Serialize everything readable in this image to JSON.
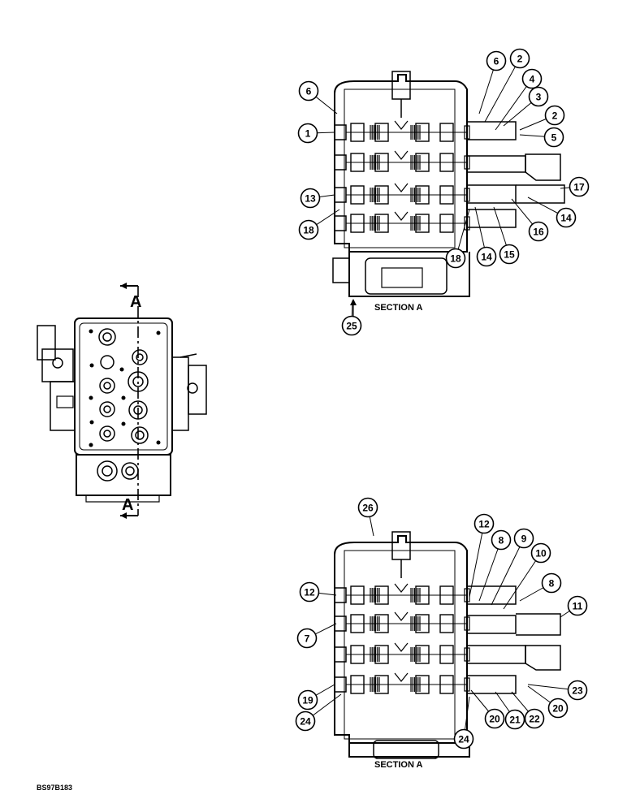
{
  "section_labels": {
    "top": "SECTION A",
    "bottom": "SECTION A"
  },
  "cut_marker": {
    "top": "A",
    "bottom": "A"
  },
  "figure_code": "BS97B183",
  "callouts_top": [
    "6",
    "2",
    "4",
    "3",
    "2",
    "5",
    "6",
    "1",
    "17",
    "14",
    "13",
    "16",
    "18",
    "15",
    "14",
    "18",
    "25"
  ],
  "callouts_bottom": [
    "26",
    "12",
    "8",
    "9",
    "10",
    "8",
    "11",
    "12",
    "7",
    "23",
    "19",
    "20",
    "20",
    "21",
    "22",
    "24",
    "24"
  ]
}
